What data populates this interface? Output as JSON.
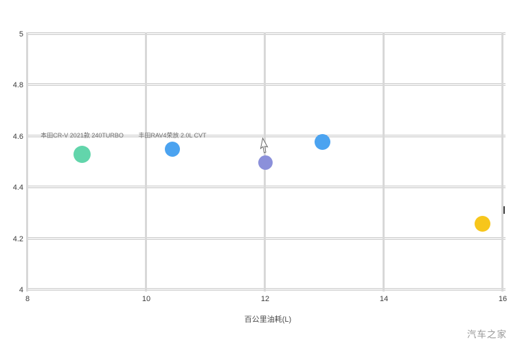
{
  "watermark": "汽车之家",
  "chart_data": {
    "type": "scatter",
    "title": "",
    "xlabel": "百公里油耗(L)",
    "ylabel": "",
    "xlim": [
      8,
      16
    ],
    "ylim": [
      4,
      5
    ],
    "x_ticks": [
      "8",
      "10",
      "12",
      "14",
      "16"
    ],
    "y_ticks": [
      "5",
      "4.8",
      "4.6",
      "4.4",
      "4.2",
      "4"
    ],
    "grid": true,
    "legend": "none",
    "points": [
      {
        "name": "point-green",
        "label": "本田CR-V 2021款 240TURBO",
        "x": 8.92,
        "y": 4.53,
        "diameter": 25,
        "color": "#62d5ab"
      },
      {
        "name": "point-blue-1",
        "label": "丰田RAV4荣放 2.0L CVT",
        "x": 10.44,
        "y": 4.55,
        "diameter": 22,
        "color": "#4ba3f0"
      },
      {
        "name": "point-purple",
        "label": "",
        "x": 12.0,
        "y": 4.5,
        "diameter": 21,
        "color": "#8b90da"
      },
      {
        "name": "point-blue-2",
        "label": "",
        "x": 12.97,
        "y": 4.58,
        "diameter": 23,
        "color": "#4ba3f0"
      },
      {
        "name": "point-yellow",
        "label": "",
        "x": 15.66,
        "y": 4.26,
        "diameter": 23,
        "color": "#f7c61c"
      }
    ]
  }
}
